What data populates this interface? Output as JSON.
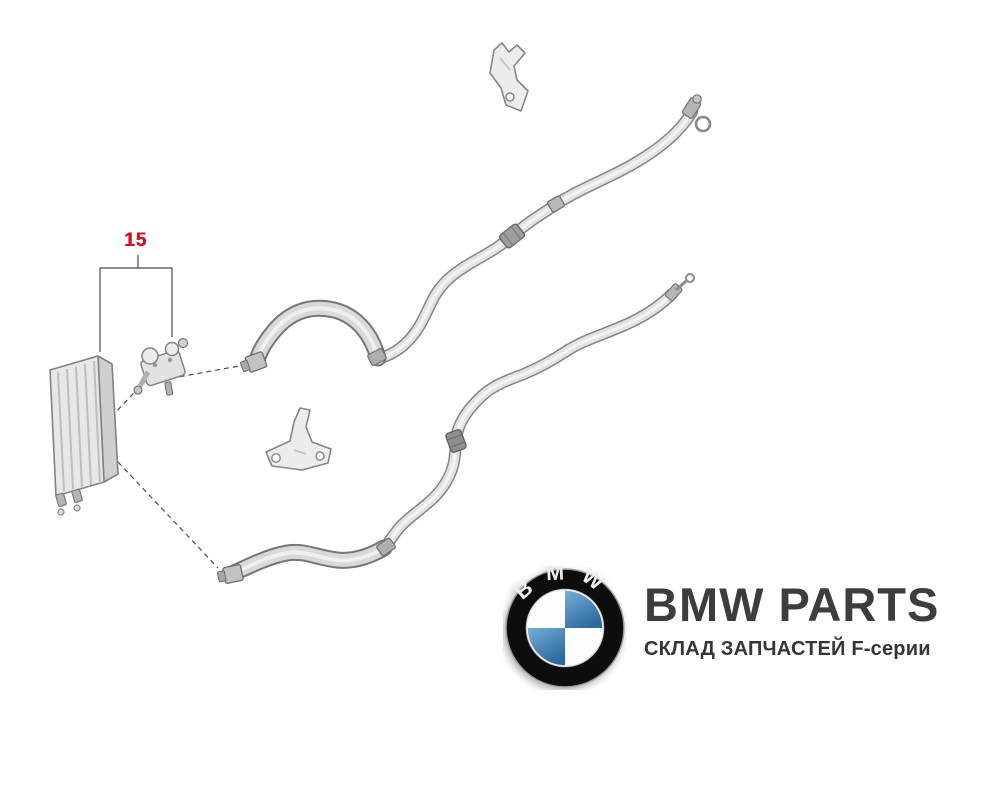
{
  "diagram": {
    "part_label": "15"
  },
  "brand": {
    "name": "BMW PARTS",
    "subtitle": "СКЛАД ЗАПЧАСТЕЙ F-серии",
    "logo_letters": "BMW"
  },
  "colors": {
    "part_label_red": "#d40f1e",
    "brand_title_gray": "#3d3d3d",
    "logo_ring_black": "#121212",
    "logo_blue": "#3e82b6",
    "pipe_body_gray": "#e2e2e2",
    "pipe_outline_gray": "#858585",
    "background": "#ffffff"
  }
}
